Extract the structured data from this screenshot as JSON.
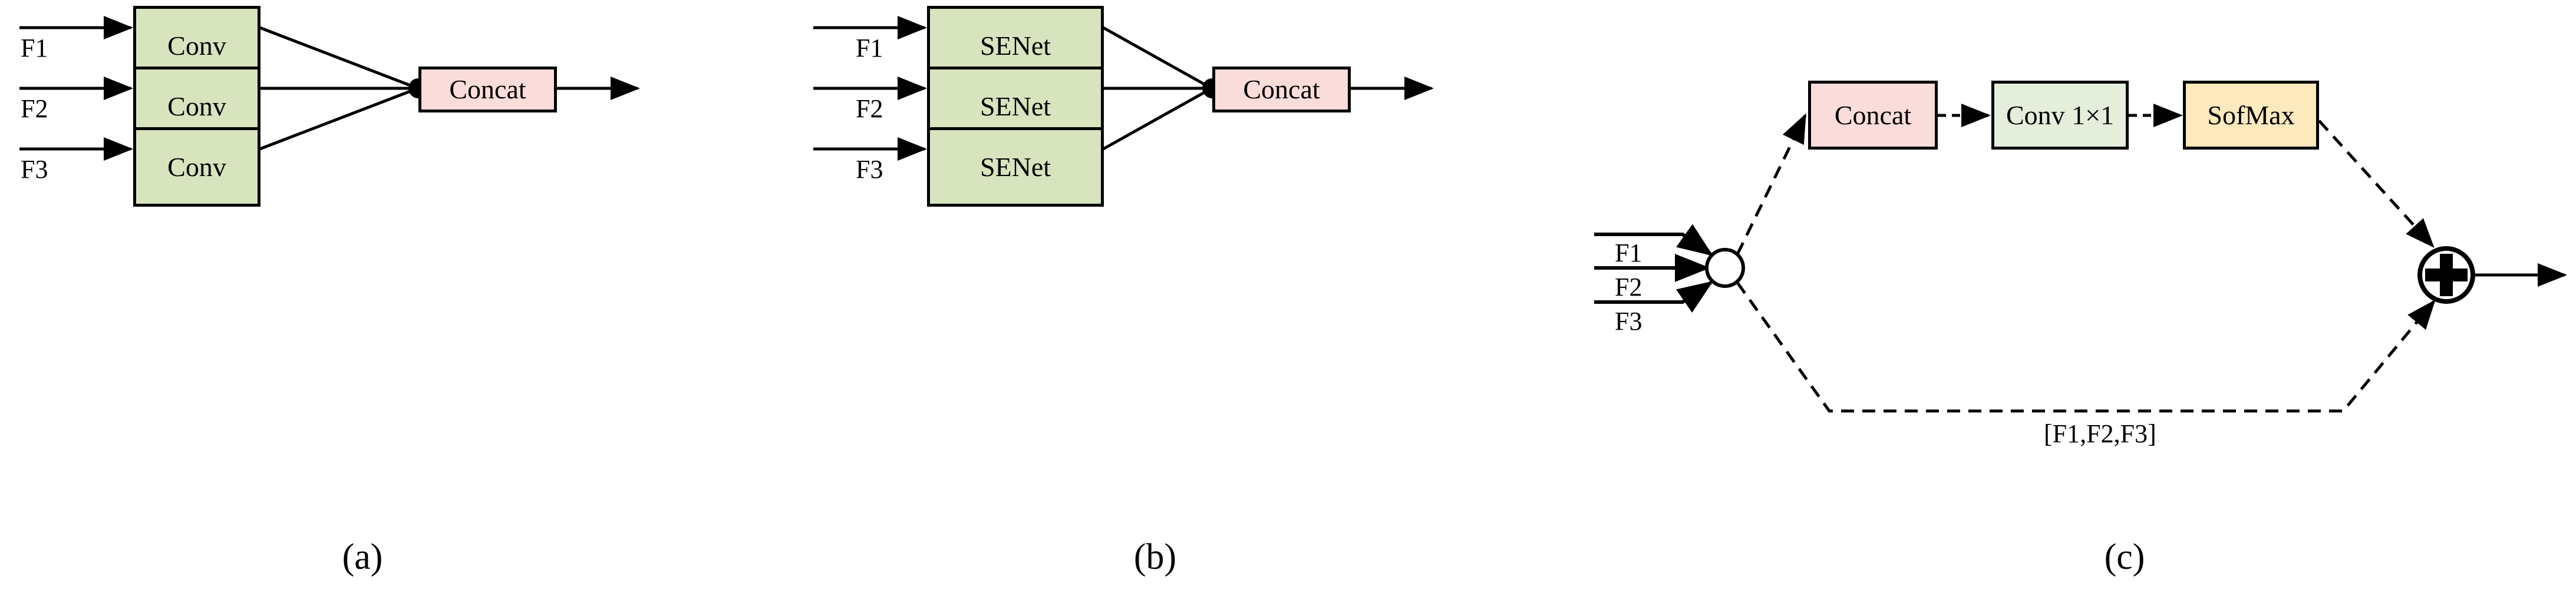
{
  "figure": {
    "background_color": "#ffffff",
    "line_color": "#000000",
    "panels": [
      {
        "id": "a",
        "caption": "(a)",
        "inputs": [
          "F1",
          "F2",
          "F3"
        ],
        "branch_block_label": "Conv",
        "branch_block_color": "#d7e4bd",
        "merge_block_label": "Concat",
        "merge_block_color": "#fadcdb",
        "junction": "solid-dot"
      },
      {
        "id": "b",
        "caption": "(b)",
        "inputs": [
          "F1",
          "F2",
          "F3"
        ],
        "branch_block_label": "SENet",
        "branch_block_color": "#d7e4bd",
        "merge_block_label": "Concat",
        "merge_block_color": "#fadcdb",
        "junction": "solid-dot"
      },
      {
        "id": "c",
        "caption": "(c)",
        "inputs": [
          "F1",
          "F2",
          "F3"
        ],
        "junction": "open-circle",
        "adder": "plus-circle",
        "adder_symbol": "+",
        "skip_label": "[F1,F2,F3]",
        "blocks": [
          {
            "label": "Concat",
            "color": "#fadcdb"
          },
          {
            "label": "Conv 1×1",
            "color": "#e4eedb"
          },
          {
            "label": "SofMax",
            "color": "#fce9bd"
          }
        ]
      }
    ]
  },
  "panel_a": {
    "caption": "(a)",
    "input_1": "F1",
    "input_2": "F2",
    "input_3": "F3",
    "block_1": "Conv",
    "block_2": "Conv",
    "block_3": "Conv",
    "merge": "Concat"
  },
  "panel_b": {
    "caption": "(b)",
    "input_1": "F1",
    "input_2": "F2",
    "input_3": "F3",
    "block_1": "SENet",
    "block_2": "SENet",
    "block_3": "SENet",
    "merge": "Concat"
  },
  "panel_c": {
    "caption": "(c)",
    "input_1": "F1",
    "input_2": "F2",
    "input_3": "F3",
    "block_concat": "Concat",
    "block_conv": "Conv 1×1",
    "block_softmax": "SofMax",
    "skip_label": "[F1,F2,F3]",
    "adder_symbol": "+"
  },
  "colors": {
    "green_block": "#d7e4bd",
    "pink_block": "#fadcdb",
    "light_green_block": "#e4eedb",
    "yellow_block": "#fce9bd",
    "stroke": "#000000",
    "background": "#ffffff"
  }
}
